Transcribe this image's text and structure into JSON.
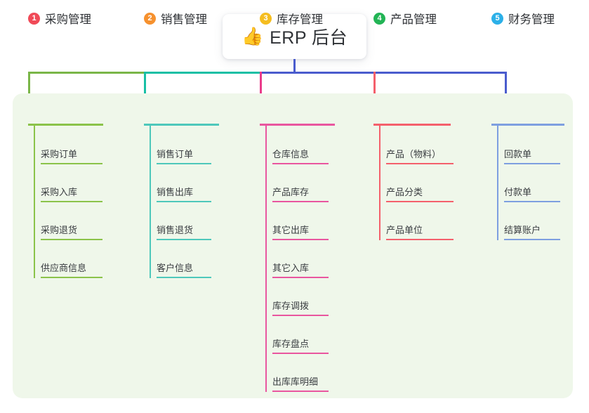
{
  "root": {
    "emoji": "👍",
    "icon_name": "thumbs-up-icon",
    "title": "ERP 后台"
  },
  "theme": {
    "panel_bg": "#eff7ea",
    "page_bg": "#ffffff",
    "text": "#2f3236",
    "leaf_text": "#3a3d41",
    "connector_green": "#7ab648",
    "connector_teal": "#18bfa5",
    "connector_blue": "#4a5ccd",
    "stub_green": "#7ab648",
    "stub_teal": "#18bfa5",
    "stub_pink": "#ea3b8a",
    "stub_red": "#f4606c",
    "stub_blue": "#4a5ccd"
  },
  "columns": [
    {
      "number": "1",
      "title": "采购管理",
      "badge_color": "#f04a57",
      "line_color": "#8bc34a",
      "items": [
        "采购订单",
        "采购入库",
        "采购退货",
        "供应商信息"
      ]
    },
    {
      "number": "2",
      "title": "销售管理",
      "badge_color": "#f6912e",
      "line_color": "#4ec8bb",
      "items": [
        "销售订单",
        "销售出库",
        "销售退货",
        "客户信息"
      ]
    },
    {
      "number": "3",
      "title": "库存管理",
      "badge_color": "#f5bd1f",
      "line_color": "#e9569f",
      "items": [
        "仓库信息",
        "产品库存",
        "其它出库",
        "其它入库",
        "库存调拨",
        "库存盘点",
        "出库库明细"
      ]
    },
    {
      "number": "4",
      "title": "产品管理",
      "badge_color": "#22b455",
      "line_color": "#f4606c",
      "items": [
        "产品（物料）",
        "产品分类",
        "产品单位"
      ]
    },
    {
      "number": "5",
      "title": "财务管理",
      "badge_color": "#2cb0e8",
      "line_color": "#7e9fe0",
      "items": [
        "回款单",
        "付款单",
        "结算账户"
      ]
    }
  ]
}
